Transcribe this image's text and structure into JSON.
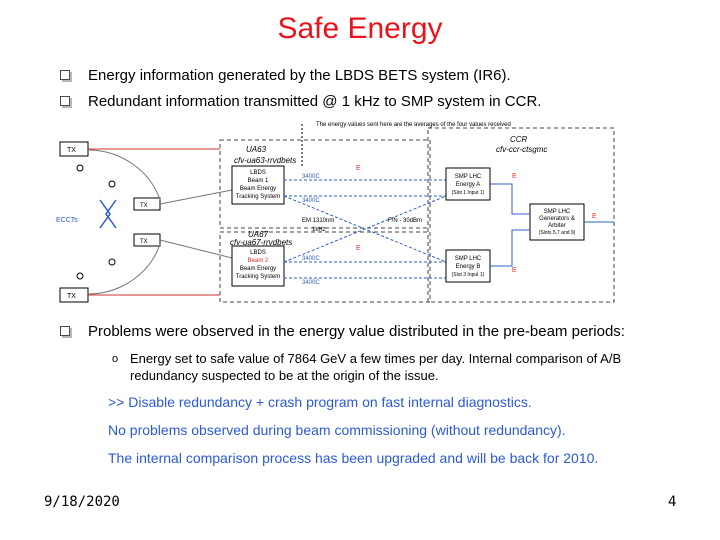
{
  "title": "Safe Energy",
  "bullets": [
    "Energy information generated by the LBDS BETS system (IR6).",
    "Redundant information transmitted @ 1 kHz to SMP system in CCR.",
    "Problems were observed in the energy value distributed in the pre-beam periods:"
  ],
  "sub_bullet": "Energy set to safe value of 7864 GeV a few times per day. Internal comparison of A/B redundancy suspected to be at the origin of the issue.",
  "lines": [
    ">> Disable redundancy + crash program on fast internal diagnostics.",
    "No problems observed  during beam commissioning (without redundancy).",
    "The internal comparison process has been upgraded and will be back for 2010."
  ],
  "footer": {
    "date": "9/18/2020",
    "page": "4"
  },
  "diagram": {
    "note": "The energy values sent here are the averages of the four values received",
    "ua63": "UA63",
    "ua63_host": "cfv-ua63-rrvdbets",
    "ua67": "UA67",
    "ua67_host": "cfv-ua67-rrvdbets",
    "ccr": "CCR",
    "ccr_host": "cfv-ccr-ctsgmc",
    "lbds1": [
      "LBDS",
      "Beam 1",
      "Beam Energy",
      "Tracking System"
    ],
    "lbds2": [
      "LBDS",
      "Beam 2",
      "Beam Energy",
      "Tracking System"
    ],
    "smp_a": [
      "SMP LHC",
      "Energy A",
      "(Slot 1 Input 1)"
    ],
    "smp_b": [
      "SMP LHC",
      "Energy B",
      "(Slot 3 Input 1)"
    ],
    "smp_gen": [
      "SMP LHC",
      "Generators &",
      "Arbiter",
      "(Slots 5,7 and 9)"
    ],
    "eccts": "ECCTs",
    "tx": "TX",
    "e_label": "E",
    "fiber_mid": "EM 1310nm",
    "fiber_mid2": "1kHz",
    "fiber_right": "F/N - 30dBm",
    "link_rows": [
      "3400C",
      "3400C",
      "3400C",
      "3400C"
    ]
  },
  "colors": {
    "title": "#e8141a",
    "accent_text": "#2c5ad6",
    "diagram_red": "#d23030",
    "diagram_blue": "#3060c0"
  }
}
